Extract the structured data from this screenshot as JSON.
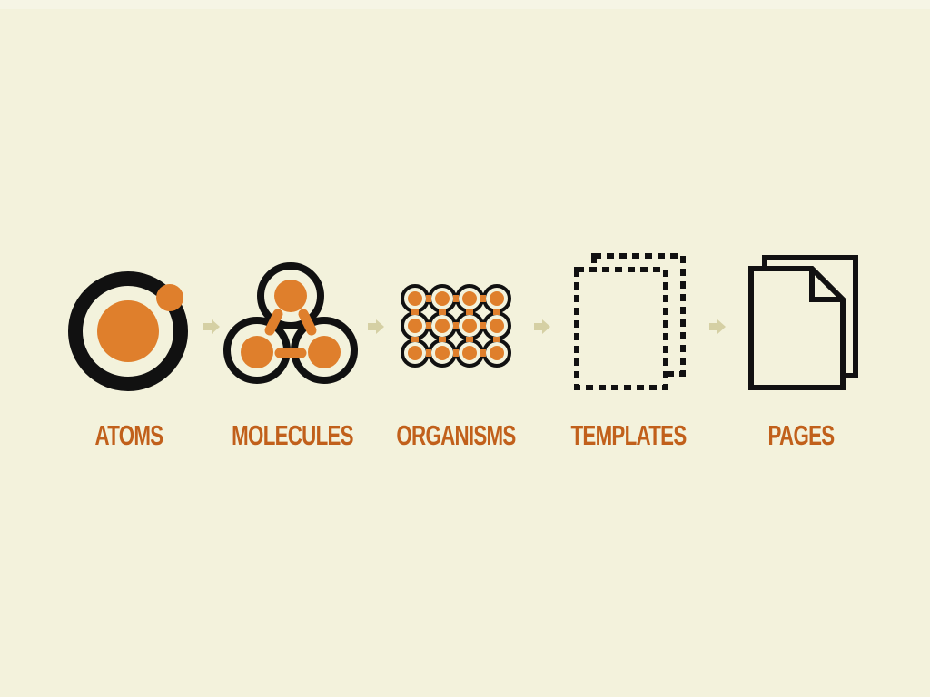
{
  "colors": {
    "background": "#f3f2dc",
    "accent_orange": "#df7f2c",
    "label_orange": "#c1601b",
    "dark": "#111111",
    "arrow": "#d5d0a4"
  },
  "stages": [
    {
      "label": "ATOMS",
      "icon": "atom-icon"
    },
    {
      "label": "MOLECULES",
      "icon": "molecule-icon"
    },
    {
      "label": "ORGANISMS",
      "icon": "organism-icon"
    },
    {
      "label": "TEMPLATES",
      "icon": "template-icon"
    },
    {
      "label": "PAGES",
      "icon": "pages-icon"
    }
  ],
  "arrows": [
    "arrow-right-icon",
    "arrow-right-icon",
    "arrow-right-icon",
    "arrow-right-icon"
  ]
}
